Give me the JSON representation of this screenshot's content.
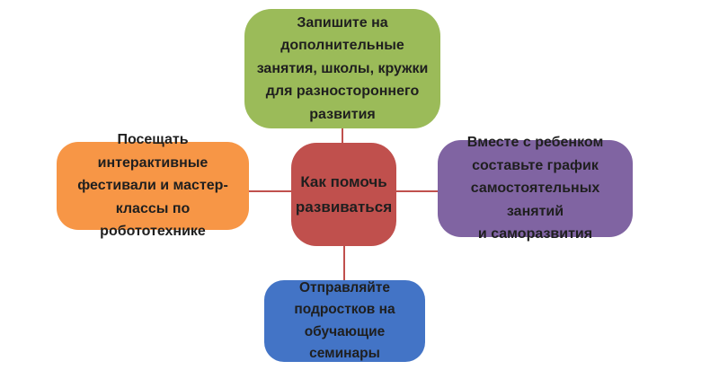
{
  "diagram": {
    "background": "#ffffff",
    "connector_color": "#c0504d",
    "text_color": "#1f1f1f",
    "center": {
      "text": "Как помочь\nразвиваться",
      "color": "#c0504d"
    },
    "top": {
      "text": "Запишите на\nдополнительные\nзанятия, школы, кружки\nдля разностороннего\nразвития",
      "color": "#9bbb59"
    },
    "right": {
      "text": "Вместе с ребенком\nсоставьте график\nсамостоятельных занятий\nи саморазвития",
      "color": "#8064a2"
    },
    "bottom": {
      "text": "Отправляйте\nподростков на\nобучающие семинары",
      "color": "#4374c6"
    },
    "left": {
      "text": "Посещать интерактивные\nфестивали и мастер-\nклассы по робототехнике",
      "color": "#f79646"
    }
  }
}
